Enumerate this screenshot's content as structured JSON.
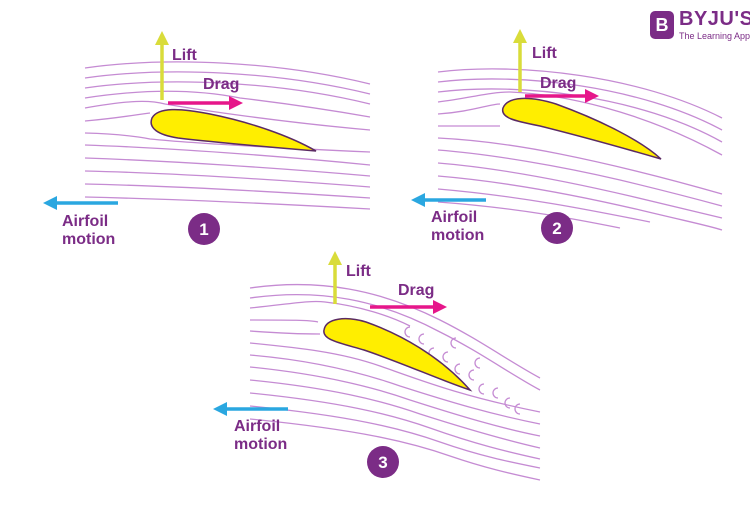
{
  "brand": {
    "name": "BYJU'S",
    "tagline": "The Learning App",
    "mark": "B",
    "color": "#7b2c86"
  },
  "colors": {
    "streamline": "#c58bd3",
    "airfoil_fill": "#ffee00",
    "airfoil_stroke": "#5b2a63",
    "lift_arrow": "#d9dc3a",
    "drag_arrow": "#e6168a",
    "motion_arrow": "#2aa7e0",
    "label_text": "#7b2c86",
    "badge": "#7b2c86",
    "badge_text": "#ffffff"
  },
  "panels": [
    {
      "number": "1",
      "lift": "Lift",
      "drag": "Drag",
      "motion_line1": "Airfoil",
      "motion_line2": "motion"
    },
    {
      "number": "2",
      "lift": "Lift",
      "drag": "Drag",
      "motion_line1": "Airfoil",
      "motion_line2": "motion"
    },
    {
      "number": "3",
      "lift": "Lift",
      "drag": "Drag",
      "motion_line1": "Airfoil",
      "motion_line2": "motion"
    }
  ]
}
